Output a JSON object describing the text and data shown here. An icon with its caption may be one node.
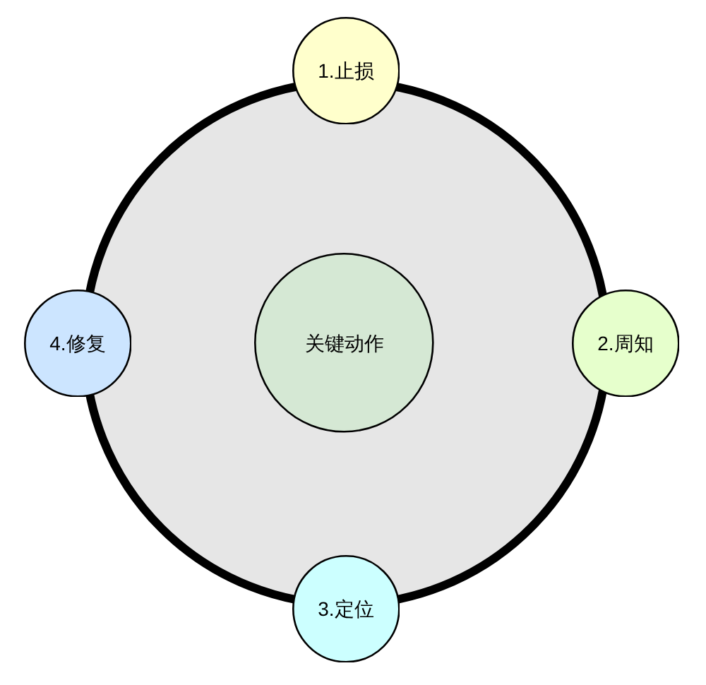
{
  "diagram": {
    "nodes": [
      {
        "text": [],
        "shape": "circle"
      },
      {
        "text": [
          "关键动作"
        ],
        "in": 0
      },
      {
        "text": [
          "1.止损"
        ]
      },
      {
        "text": [
          "2.周知"
        ]
      },
      {
        "text": [
          "3.定位"
        ]
      },
      {
        "text": [
          "4.修复"
        ]
      }
    ]
  }
}
